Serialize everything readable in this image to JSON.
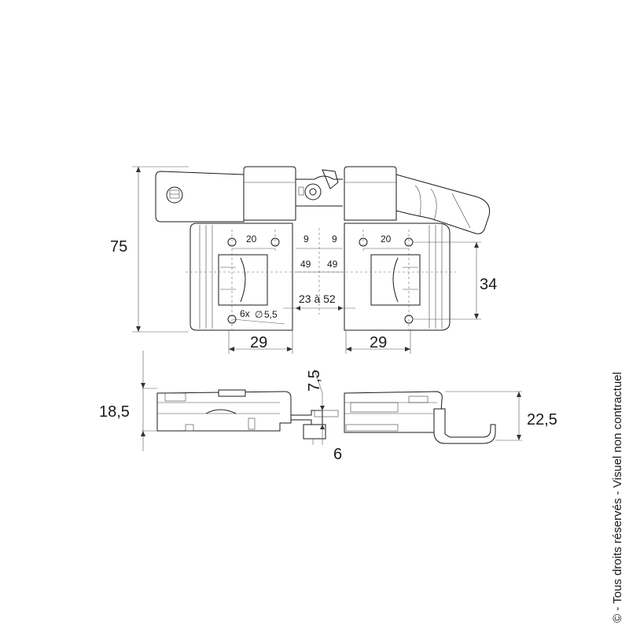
{
  "dimensions": {
    "height_total": "75",
    "height_holes": "34",
    "plate_width_left": "29",
    "plate_width_right": "29",
    "hole_spacing_left": "20",
    "hole_spacing_right": "20",
    "offset_left": "9",
    "offset_right": "9",
    "center_left": "49",
    "center_right": "49",
    "gap_range": "23 à 52",
    "holes": "6x",
    "hole_diameter": "5,5",
    "side_height_left": "18,5",
    "side_height_right": "22,5",
    "side_offset_top": "7,5",
    "side_offset_bottom": "6"
  },
  "copyright": "© - Tous droits réservés - Visuel non contractuel",
  "diameter_symbol": "∅"
}
